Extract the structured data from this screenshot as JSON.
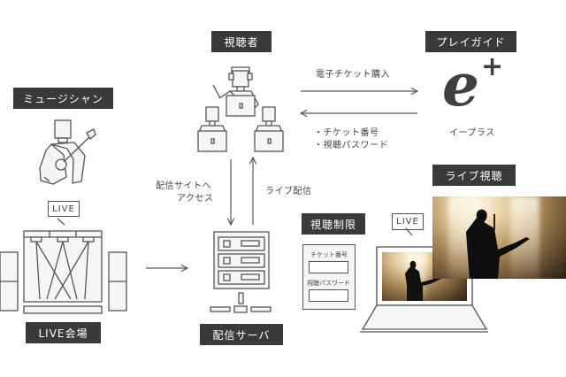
{
  "labels": {
    "musician": "ミュージシャン",
    "venue": "LIVE会場",
    "viewers": "視聴者",
    "play_guide": "プレイガイド",
    "server": "配信サーバ",
    "restriction": "視聴制限",
    "live_viewing": "ライブ視聴"
  },
  "arrows": {
    "ticket_purchase": "電子チケット購入",
    "ticket_info_1": "・チケット番号",
    "ticket_info_2": "・視聴パスワード",
    "access_site_1": "配信サイトへ",
    "access_site_2": "アクセス",
    "live_stream": "ライブ配信"
  },
  "eplus": {
    "logo_text": "e",
    "logo_plus": "+",
    "caption": "イープラス"
  },
  "bubbles": {
    "venue_live": "LIVE",
    "laptop_live": "LIVE"
  },
  "restriction_form": {
    "ticket_number_label": "チケット番号",
    "password_label": "視聴パスワード"
  },
  "colors": {
    "label_bg": "#3a3a3a",
    "line": "#555555",
    "logo": "#3f3f3f"
  }
}
